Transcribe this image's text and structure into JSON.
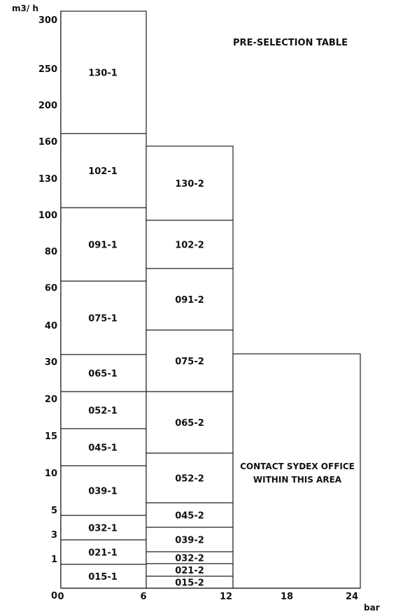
{
  "title": "PRE-SELECTION TABLE",
  "y_axis_unit": "m3/ h",
  "x_axis_unit": "bar",
  "y_ticks": [
    "300",
    "250",
    "200",
    "160",
    "130",
    "100",
    "80",
    "60",
    "40",
    "30",
    "20",
    "15",
    "10",
    "5",
    "3",
    "1",
    "0"
  ],
  "x_ticks": [
    "0",
    "6",
    "12",
    "18",
    "24"
  ],
  "contact_note": [
    "CONTACT SYDEX OFFICE",
    "WITHIN THIS AREA"
  ],
  "column1": [
    "130-1",
    "102-1",
    "091-1",
    "075-1",
    "065-1",
    "052-1",
    "045-1",
    "039-1",
    "032-1",
    "021-1",
    "015-1"
  ],
  "column2": [
    "130-2",
    "102-2",
    "091-2",
    "075-2",
    "065-2",
    "052-2",
    "045-2",
    "039-2",
    "032-2",
    "021-2",
    "015-2"
  ]
}
